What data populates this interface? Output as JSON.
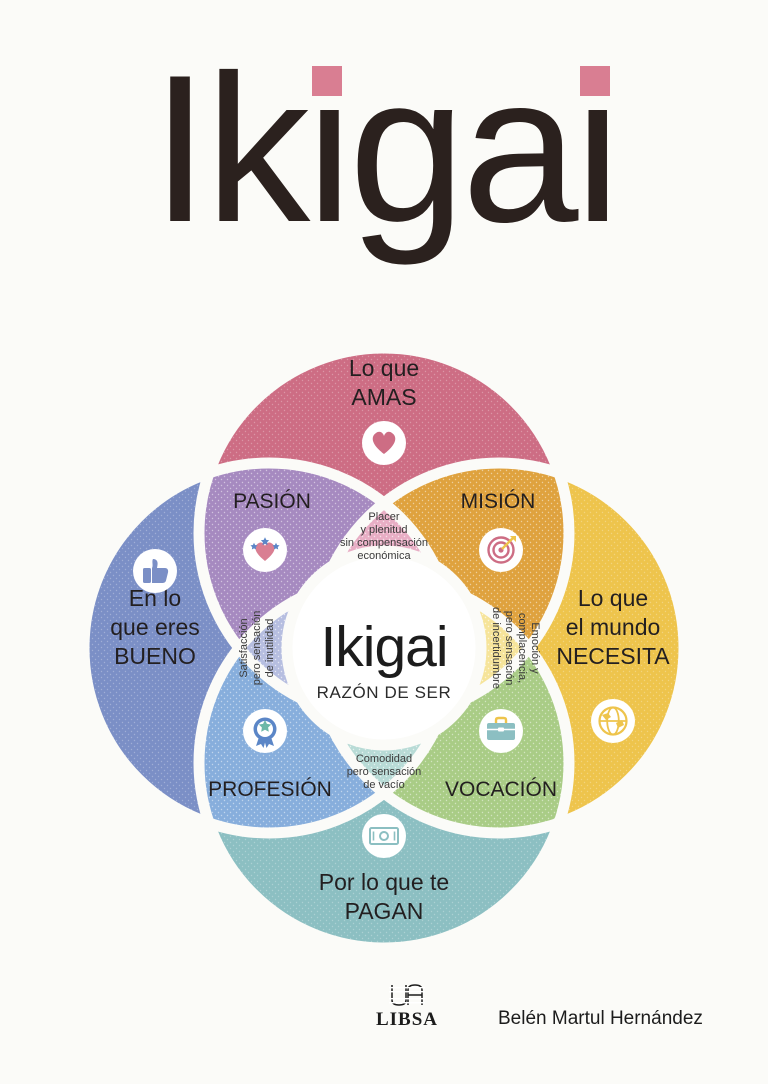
{
  "cover": {
    "title": "Ikigai",
    "title_letters": [
      "I",
      "k",
      "i",
      "g",
      "a",
      "i"
    ],
    "accent_color": "#d97e92",
    "background_color": "#fbfbf8"
  },
  "diagram": {
    "center": {
      "title": "Ikigai",
      "subtitle": "RAZÓN DE SER",
      "fill": "#ffffff"
    },
    "outer": [
      {
        "id": "amas",
        "label_line1": "Lo que",
        "label_line2": "AMAS",
        "label_line3": "",
        "icon": "heart-icon",
        "color": "#cd6d84",
        "position": "top"
      },
      {
        "id": "necesita",
        "label_line1": "Lo que",
        "label_line2": "el mundo",
        "label_line3": "NECESITA",
        "icon": "globe-icon",
        "color": "#eec44c",
        "position": "right"
      },
      {
        "id": "pagan",
        "label_line1": "Por lo que te",
        "label_line2": "PAGAN",
        "label_line3": "",
        "icon": "money-icon",
        "color": "#8cbfc2",
        "position": "bottom"
      },
      {
        "id": "bueno",
        "label_line1": "En lo",
        "label_line2": "que eres",
        "label_line3": "BUENO",
        "icon": "thumbs-up-icon",
        "color": "#7b8fc6",
        "position": "left"
      }
    ],
    "quadrants": [
      {
        "id": "pasion",
        "label": "PASIÓN",
        "icon": "heart-stars-icon",
        "color": "#a68ac0"
      },
      {
        "id": "mision",
        "label": "MISIÓN",
        "icon": "target-icon",
        "color": "#dfa23e"
      },
      {
        "id": "vocacion",
        "label": "VOCACIÓN",
        "icon": "briefcase-icon",
        "color": "#a9cc86"
      },
      {
        "id": "profesion",
        "label": "PROFESIÓN",
        "icon": "award-icon",
        "color": "#87aedc"
      }
    ],
    "intersections": [
      {
        "id": "placer",
        "lines": [
          "Placer",
          "y plenitud",
          "sin compensación",
          "económica"
        ],
        "color": "#e8aec5",
        "position": "top"
      },
      {
        "id": "emocion",
        "lines": [
          "Emoción y",
          "complacencia,",
          "pero sensación",
          "de incertidumbre"
        ],
        "color": "#f6e49a",
        "position": "right"
      },
      {
        "id": "comodidad",
        "lines": [
          "Comodidad",
          "pero sensación",
          "de vacío"
        ],
        "color": "#b8dbd6",
        "position": "bottom"
      },
      {
        "id": "satisfaccion",
        "lines": [
          "Satisfacción",
          "pero sensación",
          "de inutilidad"
        ],
        "color": "#b6bee0",
        "position": "left"
      }
    ]
  },
  "footer": {
    "publisher_name": "LIBSA",
    "publisher_mark": "libsa-logo-icon",
    "author": "Belén Martul Hernández"
  }
}
